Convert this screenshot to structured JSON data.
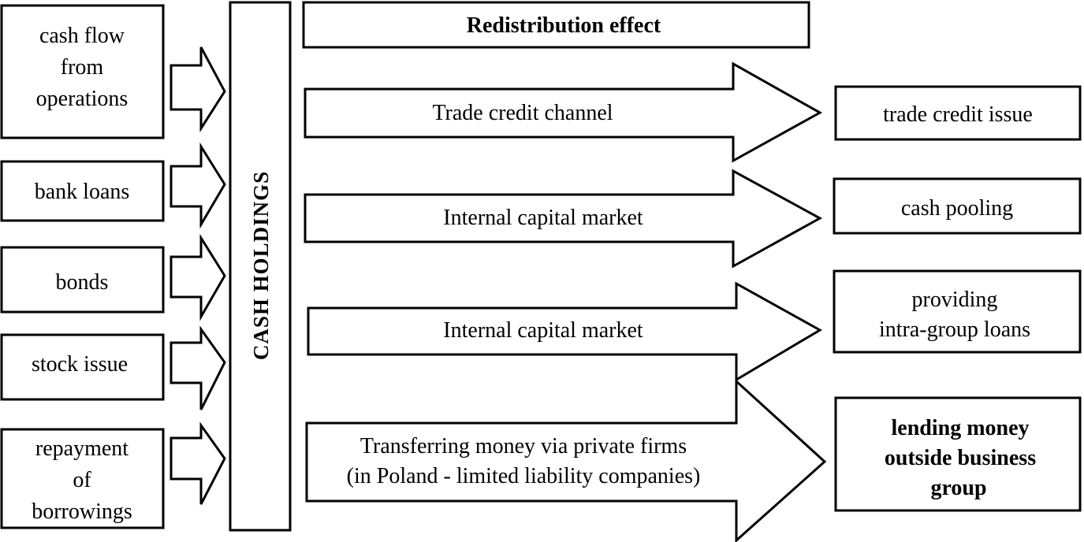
{
  "sources": [
    {
      "lines": [
        "cash flow",
        "from",
        "operations"
      ]
    },
    {
      "lines": [
        "bank loans"
      ]
    },
    {
      "lines": [
        "bonds"
      ]
    },
    {
      "lines": [
        "stock issue"
      ]
    },
    {
      "lines": [
        "repayment",
        "of",
        "borrowings"
      ]
    }
  ],
  "center": {
    "label": "CASH HOLDINGS"
  },
  "header": {
    "title": "Redistribution effect"
  },
  "channels": [
    {
      "lines": [
        "Trade credit channel"
      ]
    },
    {
      "lines": [
        "Internal capital market"
      ]
    },
    {
      "lines": [
        "Internal capital market"
      ]
    },
    {
      "lines": [
        "Transferring money via private firms",
        "(in Poland - limited liability companies)"
      ]
    }
  ],
  "outcomes": [
    {
      "lines": [
        "trade credit issue"
      ]
    },
    {
      "lines": [
        "cash pooling"
      ]
    },
    {
      "lines": [
        "providing",
        "intra-group loans"
      ]
    },
    {
      "lines": [
        "lending money",
        "outside business",
        "group"
      ]
    }
  ]
}
